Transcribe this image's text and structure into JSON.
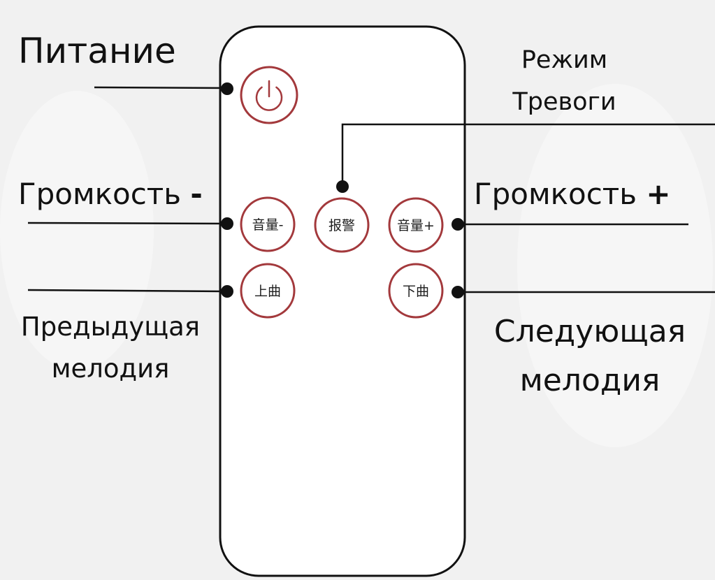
{
  "labels": {
    "power": "Питание",
    "alarm_mode": [
      "Режим",
      "Тревоги"
    ],
    "volume_down": {
      "text": "Громкость",
      "symbol": "-"
    },
    "volume_up": {
      "text": "Громкость",
      "symbol": "+"
    },
    "prev_track": [
      "Предыдущая",
      "мелодия"
    ],
    "next_track": [
      "Следующая",
      "мелодия"
    ]
  },
  "buttons": {
    "power": {
      "icon": "power-icon"
    },
    "volume_down": "音量-",
    "alarm": "报警",
    "volume_up": "音量+",
    "prev": "上曲",
    "next": "下曲"
  },
  "colors": {
    "background": "#f1f1f1",
    "remote_body": "#ffffff",
    "outline": "#111111",
    "button_ring": "#a3393c"
  }
}
